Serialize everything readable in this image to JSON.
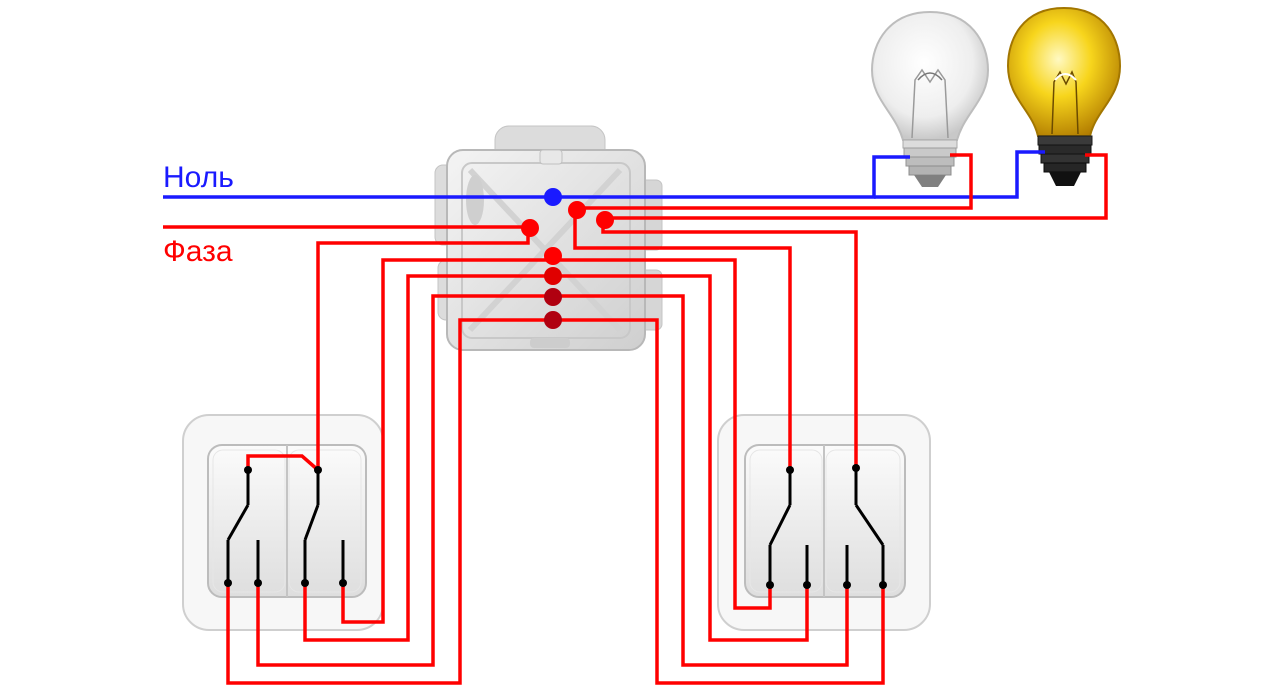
{
  "labels": {
    "neutral": "Ноль",
    "phase": "Фаза"
  },
  "colors": {
    "neutral_wire": "#1a1aff",
    "phase_wire": "#ff0000",
    "switched_wire": "#e00000",
    "terminal_dark": "#b00010",
    "contact": "#000000",
    "bulb_off": "#f2f2f2",
    "bulb_on": "#f5c800",
    "switch_body": "#f4f4f4",
    "junction_box": "#e6e6e6"
  },
  "components": {
    "junction_box": {
      "icon": "junction-box"
    },
    "lamps": [
      {
        "id": "lamp-1",
        "state": "off"
      },
      {
        "id": "lamp-2",
        "state": "on"
      }
    ],
    "switches": [
      {
        "id": "switch-left",
        "type": "double pass-through switch"
      },
      {
        "id": "switch-right",
        "type": "double pass-through switch"
      }
    ]
  }
}
